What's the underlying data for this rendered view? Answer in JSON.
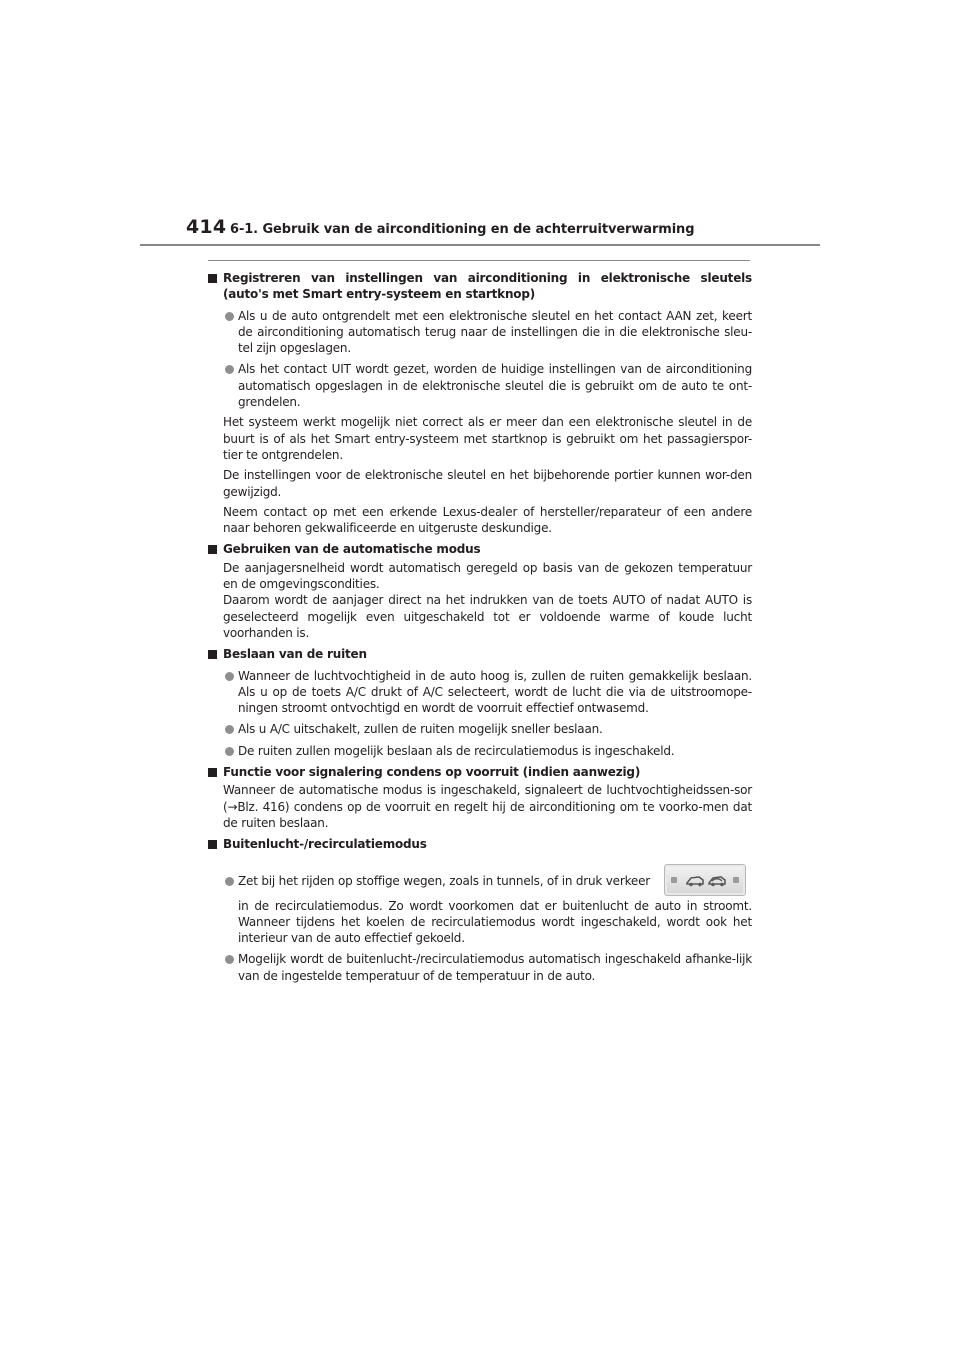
{
  "header": {
    "page_number": "414",
    "chapter_title": "6-1. Gebruik van de airconditioning en de achterruitverwarming"
  },
  "sections": [
    {
      "heading": "Registreren van instellingen van airconditioning in elektronische sleutels (auto's met Smart entry-systeem en startknop)",
      "bullets": [
        "Als u de auto ontgrendelt met een elektronische sleutel en het contact AAN zet, keert de airconditioning automatisch terug naar de instellingen die in die elektronische sleu-tel zijn opgeslagen.",
        "Als het contact UIT wordt gezet, worden de huidige instellingen van de airconditioning automatisch opgeslagen in de elektronische sleutel die is gebruikt om de auto te ont-grendelen."
      ],
      "paragraphs": [
        "Het systeem werkt mogelijk niet correct als er meer dan een elektronische sleutel in de buurt is of als het Smart entry-systeem met startknop is gebruikt om het passagierspor-tier te ontgrendelen.",
        "De instellingen voor de elektronische sleutel en het bijbehorende portier kunnen wor-den gewijzigd.",
        "Neem contact op met een erkende Lexus-dealer of hersteller/reparateur of een andere naar behoren gekwalificeerde en uitgeruste deskundige."
      ]
    },
    {
      "heading": "Gebruiken van de automatische modus",
      "paragraphs": [
        "De aanjagersnelheid wordt automatisch geregeld op basis van de gekozen temperatuur en de omgevingscondities.",
        "Daarom wordt de aanjager direct na het indrukken van de toets AUTO of nadat AUTO is geselecteerd mogelijk even uitgeschakeld tot er voldoende warme of koude lucht voorhanden is."
      ]
    },
    {
      "heading": "Beslaan van de ruiten",
      "bullets": [
        "Wanneer de luchtvochtigheid in de auto hoog is, zullen de ruiten gemakkelijk beslaan. Als u op de toets A/C drukt of A/C selecteert, wordt de lucht die via de uitstroomope-ningen stroomt ontvochtigd en wordt de voorruit effectief ontwasemd.",
        "Als u A/C uitschakelt, zullen de ruiten mogelijk sneller beslaan.",
        "De ruiten zullen mogelijk beslaan als de recirculatiemodus is ingeschakeld."
      ]
    },
    {
      "heading": "Functie voor signalering condens op voorruit (indien aanwezig)",
      "paragraphs": [
        "Wanneer de automatische modus is ingeschakeld, signaleert de luchtvochtigheidssen-sor (→Blz. 416) condens op de voorruit en regelt hij de airconditioning om te voorko-men dat de ruiten beslaan."
      ]
    },
    {
      "heading": "Buitenlucht-/recirculatiemodus",
      "image_bullet": {
        "first_line": "Zet bij het rijden op stoffige wegen, zoals in tunnels, of in druk verkeer",
        "rest": "in de recirculatiemodus. Zo wordt voorkomen dat er buitenlucht de auto in stroomt. Wanneer tijdens het koelen de recirculatiemodus wordt ingeschakeld, wordt ook het interieur van de auto effectief gekoeld.",
        "icon": "recirculation-button-icon"
      },
      "bullets": [
        "Mogelijk wordt de buitenlucht-/recirculatiemodus automatisch ingeschakeld afhanke-lijk van de ingestelde temperatuur of de temperatuur in de auto."
      ]
    }
  ]
}
